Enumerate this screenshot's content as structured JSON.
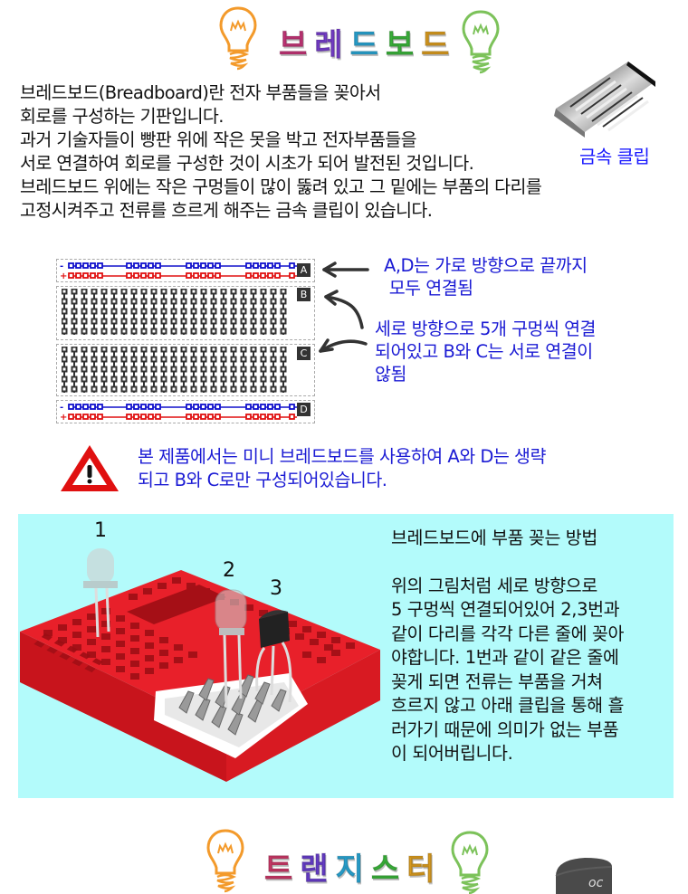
{
  "page": {
    "background": "#ffffff"
  },
  "title": {
    "text": "브레드보드",
    "chars": [
      "브",
      "레",
      "드",
      "보",
      "드"
    ],
    "char_colors": [
      "#c8367a",
      "#7a3fd1",
      "#2aa8d8",
      "#3cb83c",
      "#e0a020"
    ],
    "left_icon": "lightbulb-orange-icon",
    "right_icon": "lightbulb-green-icon",
    "left_icon_color": "#f39a2b",
    "right_icon_color": "#7cc25a"
  },
  "intro": {
    "lines": [
      "브레드보드(Breadboard)란 전자 부품들을 꽂아서",
      "회로를 구성하는 기판입니다.",
      "과거 기술자들이 빵판 위에 작은 못을 박고 전자부품들을",
      "서로 연결하여 회로를 구성한 것이 시초가 되어  발전된 것입니다.",
      "브레드보드 위에는 작은 구멍들이 많이 뚫려 있고 그 밑에는 부품의 다리를",
      "고정시켜주고 전류를 흐르게 해주는 금속 클립이 있습니다."
    ]
  },
  "metal_clip": {
    "image": "metal-clip-image",
    "label": "금속 클립",
    "label_color": "#1a1aff"
  },
  "breadboard_diagram": {
    "sections": [
      {
        "id": "A",
        "type": "power-rail",
        "rows": [
          {
            "sign": "-",
            "color": "#1010cc"
          },
          {
            "sign": "+",
            "color": "#e01010"
          }
        ]
      },
      {
        "id": "B",
        "type": "terminal-strip",
        "columns": 23,
        "holes_per_column": 5,
        "color": "#333333"
      },
      {
        "id": "C",
        "type": "terminal-strip",
        "columns": 23,
        "holes_per_column": 5,
        "color": "#333333"
      },
      {
        "id": "D",
        "type": "power-rail",
        "rows": [
          {
            "sign": "-",
            "color": "#1010cc"
          },
          {
            "sign": "+",
            "color": "#e01010"
          }
        ]
      }
    ],
    "rail_groups": 4,
    "holes_per_group": 5,
    "annotations": [
      {
        "lines": [
          "A,D는 가로 방향으로 끝까지",
          " 모두 연결됨"
        ],
        "arrow_to": [
          "A"
        ]
      },
      {
        "lines": [
          "세로 방향으로 5개 구멍씩 연결",
          "되어있고 B와 C는 서로 연결이",
          "않됨"
        ],
        "arrow_to": [
          "B",
          "C"
        ]
      }
    ],
    "annotation_color": "#1b1bd4"
  },
  "warning": {
    "icon": "warning-triangle-icon",
    "icon_color": "#e01010",
    "lines": [
      "본 제품에서는 미니 브레드보드를 사용하여 A와 D는 생략",
      "되고 B와 C로만 구성되어있습니다."
    ]
  },
  "insertion_panel": {
    "background": "#b3fbfb",
    "image": "mini-breadboard-with-components-image",
    "board_color": "#e8202a",
    "component_labels": [
      "1",
      "2",
      "3"
    ],
    "heading": "브레드보드에 부품 꽂는 방법",
    "body_lines": [
      "위의 그림처럼 세로 방향으로",
      "5 구멍씩 연결되어있어 2,3번과",
      "같이 다리를 각각 다른 줄에 꽂아",
      "야합니다. 1번과 같이 같은 줄에",
      "꽂게 되면 전류는 부품을 거쳐",
      "흐르지 않고 아래 클립을 통해 흘",
      "러가기 때문에 의미가 없는 부품",
      "이 되어버립니다."
    ]
  },
  "title2": {
    "text": "트랜지스터",
    "chars": [
      "트",
      "랜",
      "지",
      "스",
      "터"
    ],
    "char_colors": [
      "#d03a6a",
      "#6a3fd1",
      "#2aa8d8",
      "#3cb83c",
      "#e0a020"
    ],
    "side_image": "transistor-image"
  }
}
